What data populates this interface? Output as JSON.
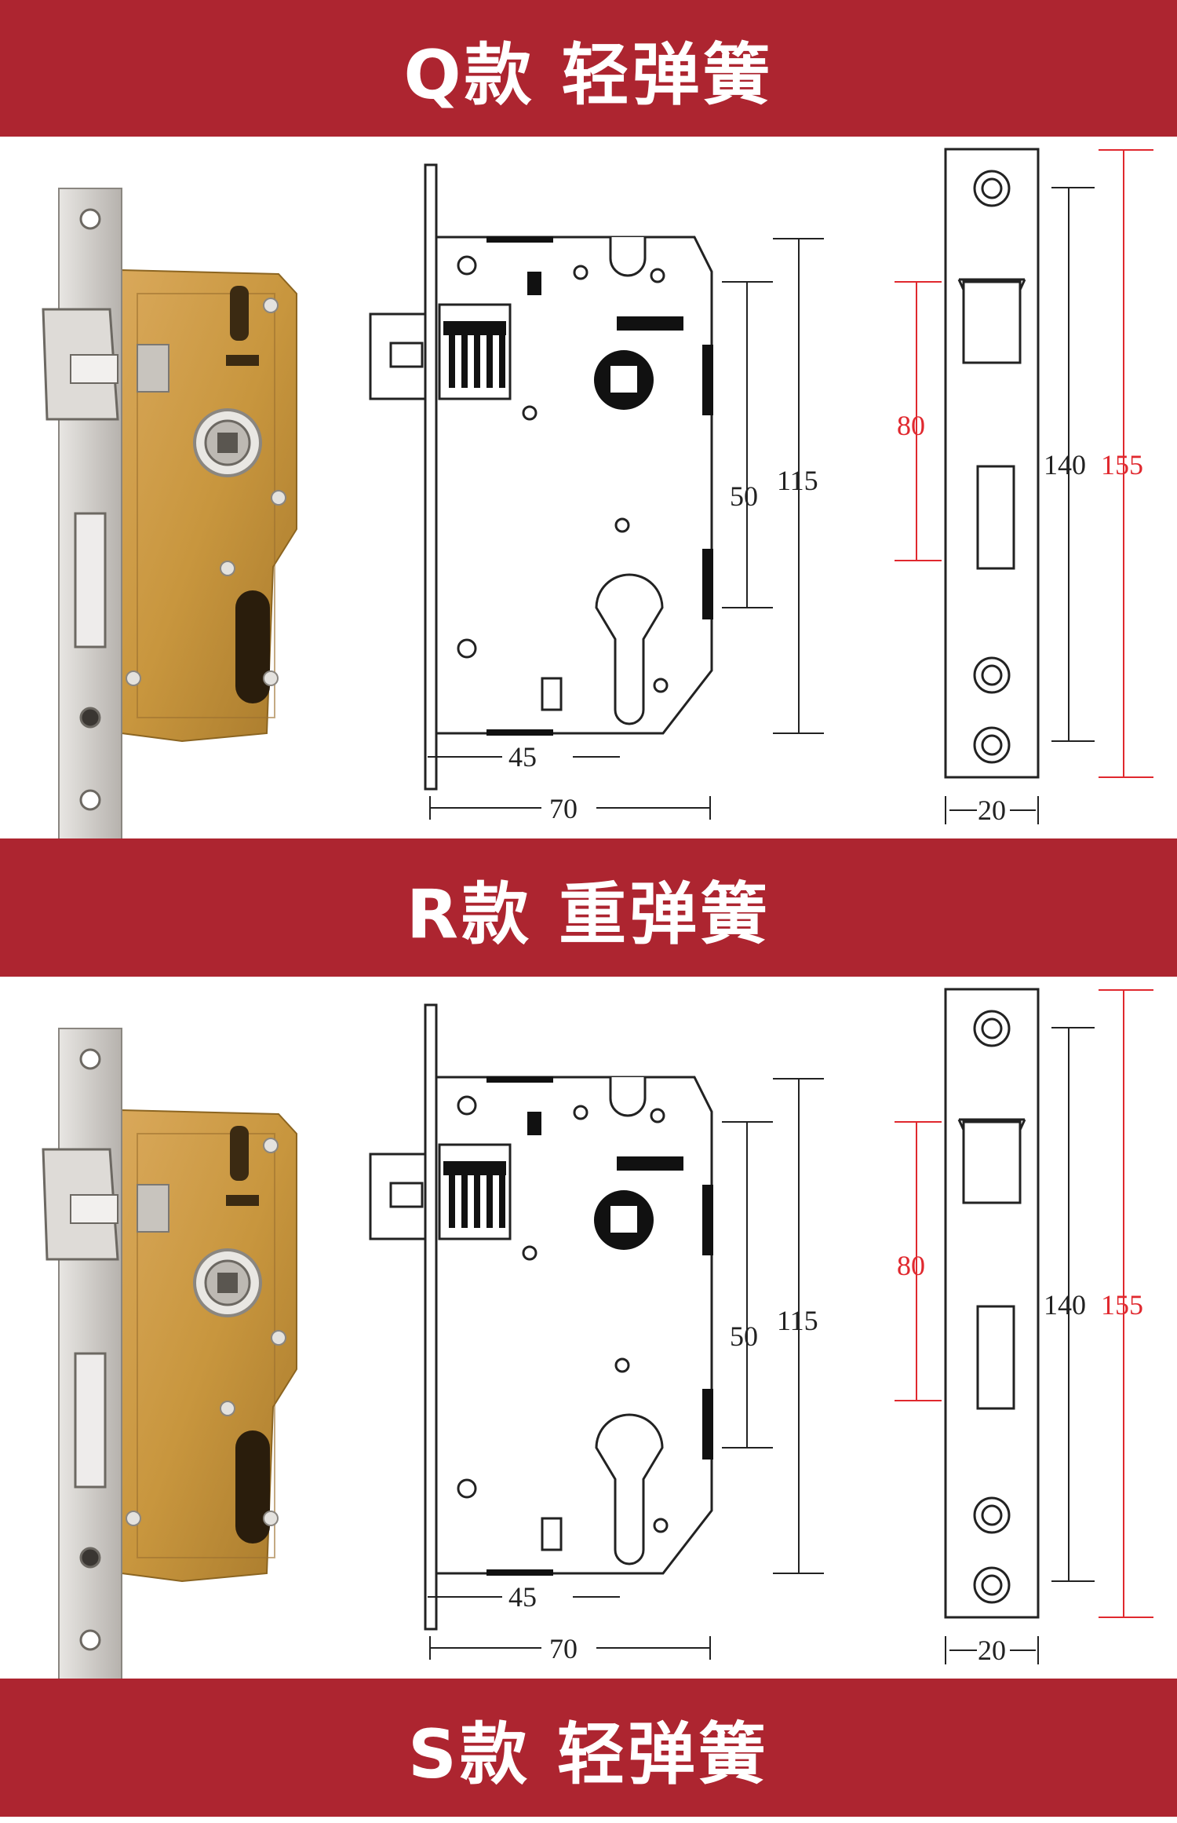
{
  "banners": [
    {
      "label": "Q款 轻弹簧"
    },
    {
      "label": "R款 重弹簧"
    },
    {
      "label": "S款 轻弹簧"
    }
  ],
  "dimensions": {
    "backset": "45",
    "body_width": "70",
    "handle_to_cylinder": "50",
    "body_height": "115",
    "strike_center": "80",
    "faceplate_hole_pitch": "140",
    "faceplate_length": "155",
    "faceplate_width": "20"
  },
  "colors": {
    "banner_red": "#ad2530",
    "dimension_red": "#e0282e",
    "lock_body_gold": "#c8963e",
    "faceplate_silver": "#d9d6d2"
  }
}
